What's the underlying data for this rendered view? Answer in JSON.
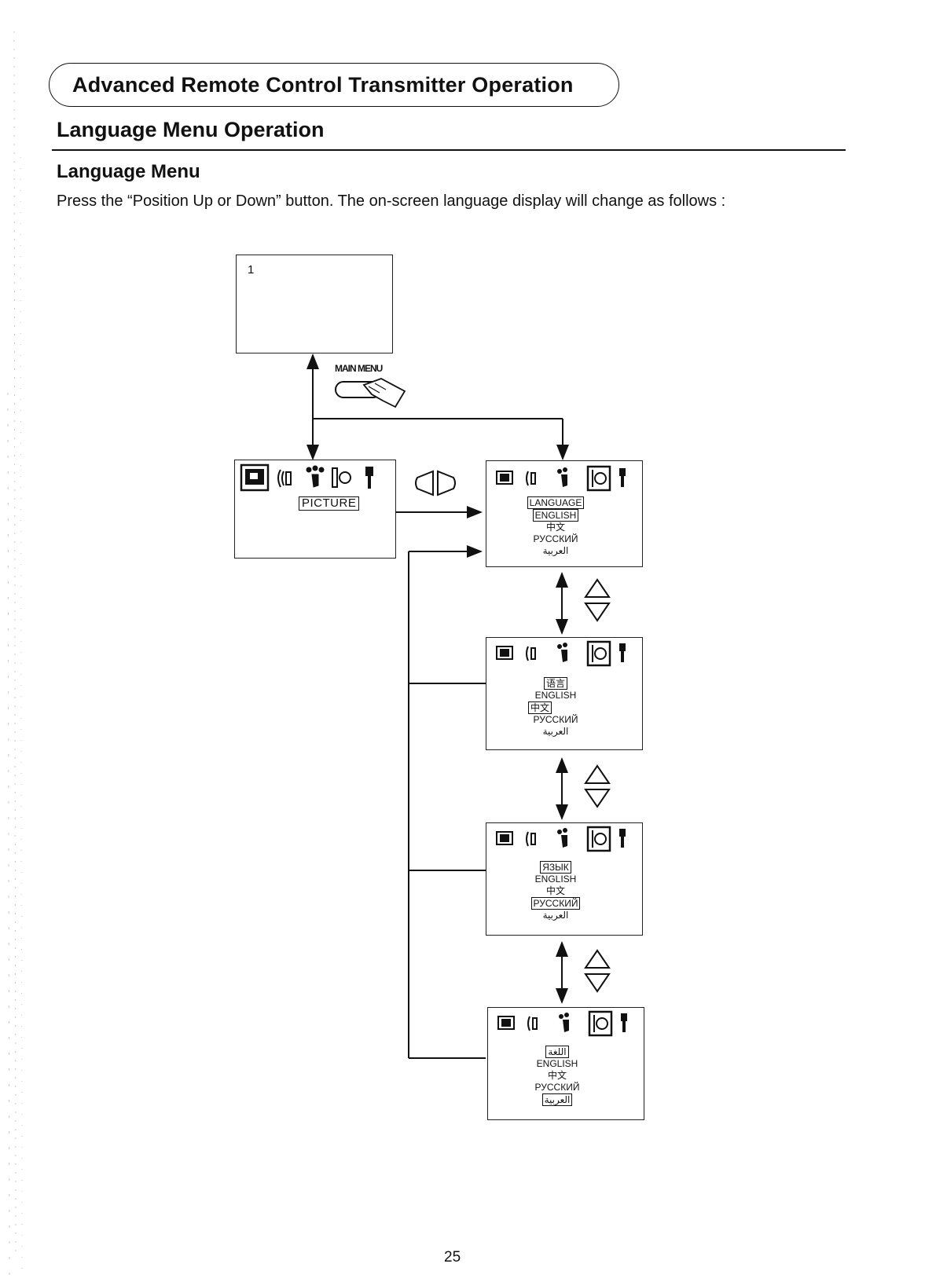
{
  "header": {
    "main_title": "Advanced Remote Control Transmitter Operation",
    "section_title": "Language Menu Operation",
    "subsection_title": "Language Menu",
    "intro": "Press the “Position Up or Down” button. The on-screen language display will change as follows :"
  },
  "diagram": {
    "tv_screen": {
      "channel": "1"
    },
    "main_menu_button": {
      "label": "MAIN MENU"
    },
    "picture_menu": {
      "label": "PICTURE"
    },
    "language_screens": [
      {
        "heading": "LANGUAGE",
        "selected": 1,
        "options": [
          "LANGUAGE",
          "ENGLISH",
          "中文",
          "РУССКИЙ",
          "العربية"
        ]
      },
      {
        "heading": "语言",
        "selected": 2,
        "options": [
          "语言",
          "ENGLISH",
          "中文",
          "РУССКИЙ",
          "العربية"
        ]
      },
      {
        "heading": "ЯЗЫК",
        "selected": 3,
        "options": [
          "ЯЗЫК",
          "ENGLISH",
          "中文",
          "РУССКИЙ",
          "العربية"
        ]
      },
      {
        "heading": "اللغة",
        "selected": 4,
        "options": [
          "اللغة",
          "ENGLISH",
          "中文",
          "РУССКИЙ",
          "العربية"
        ]
      }
    ]
  },
  "footer": {
    "page_number": "25"
  }
}
